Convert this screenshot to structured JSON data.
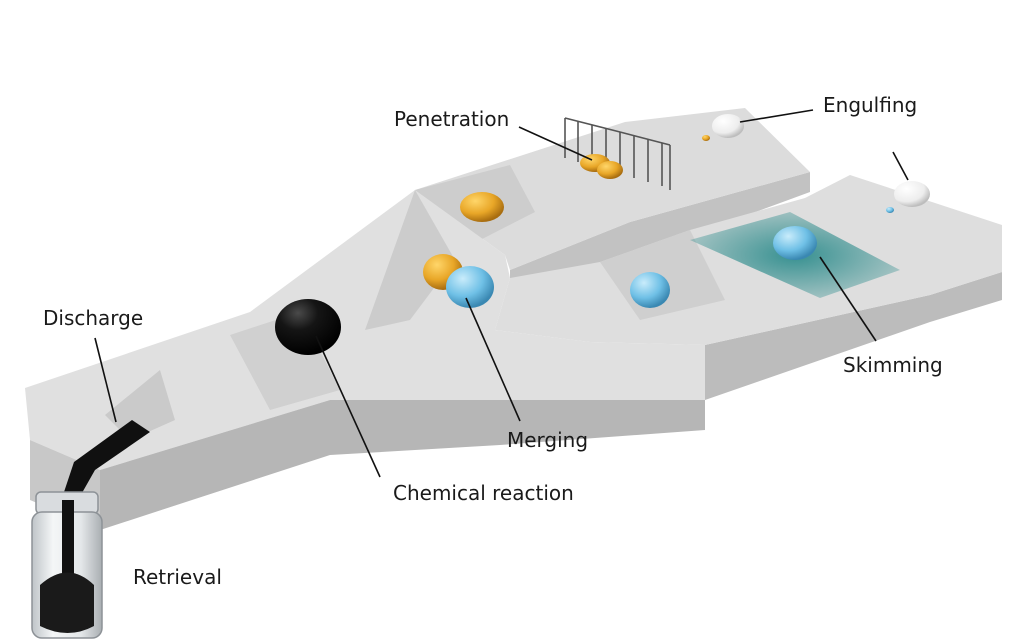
{
  "labels": {
    "penetration": "Penetration",
    "engulfing": "Engulfing",
    "discharge": "Discharge",
    "merging": "Merging",
    "skimming": "Skimming",
    "chemical_reaction": "Chemical reaction",
    "retrieval": "Retrieval"
  },
  "colors": {
    "track_top": "#d9d9d9",
    "track_side": "#c4c4c4",
    "track_front": "#b2b2b2",
    "droplet_orange": "#e8a627",
    "droplet_blue": "#6fc0e6",
    "droplet_black": "#111111",
    "droplet_white": "#f2f2f2",
    "skim_liquid": "#2d8c8c"
  }
}
